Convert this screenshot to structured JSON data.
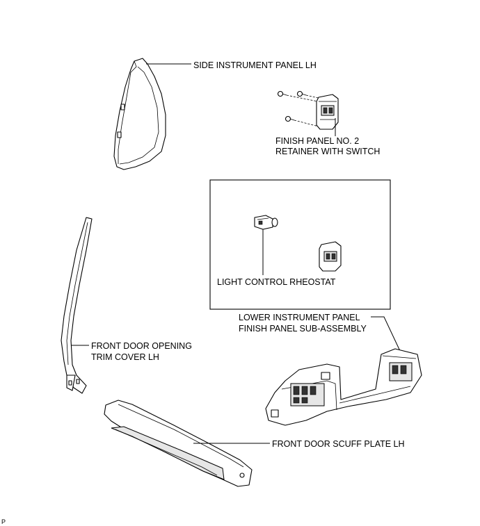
{
  "labels": {
    "side_panel": "SIDE INSTRUMENT PANEL LH",
    "finish_panel_line1": "FINISH PANEL NO. 2",
    "finish_panel_line2": "RETAINER WITH SWITCH",
    "rheostat": "LIGHT CONTROL RHEOSTAT",
    "lower_panel_line1": "LOWER INSTRUMENT PANEL",
    "lower_panel_line2": "FINISH PANEL SUB-ASSEMBLY",
    "trim_cover_line1": "FRONT DOOR OPENING",
    "trim_cover_line2": "TRIM COVER LH",
    "scuff_plate": "FRONT DOOR SCUFF PLATE LH",
    "corner_mark": "P"
  }
}
